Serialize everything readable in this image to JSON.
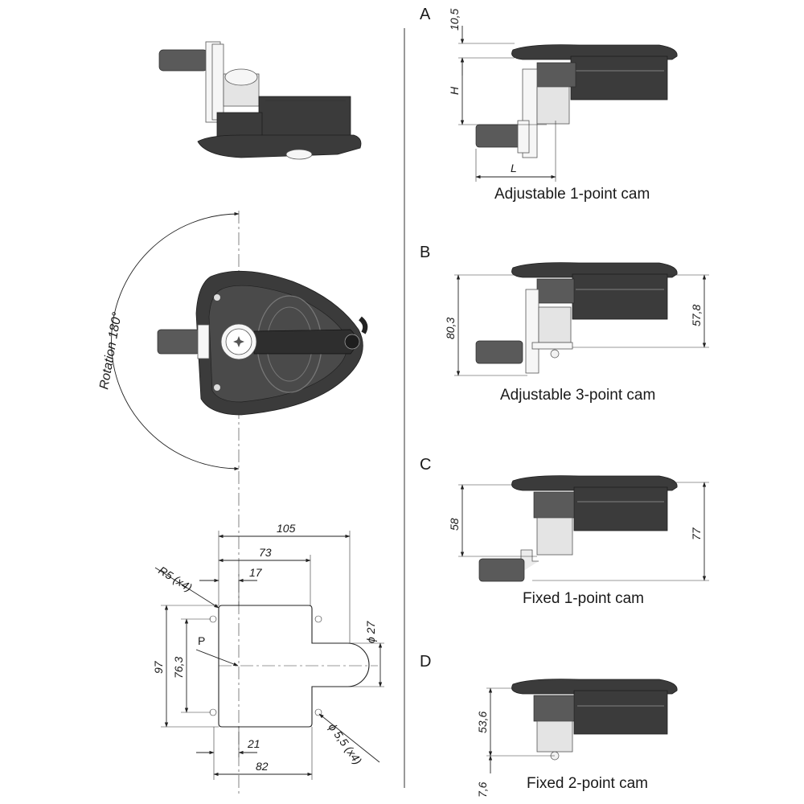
{
  "variants": [
    {
      "letter": "A",
      "caption": "Adjustable 1-point cam"
    },
    {
      "letter": "B",
      "caption": "Adjustable 3-point cam"
    },
    {
      "letter": "C",
      "caption": "Fixed 1-point cam"
    },
    {
      "letter": "D",
      "caption": "Fixed 2-point cam"
    }
  ],
  "rotation_label": "Rotation 180°",
  "cutout_dims": {
    "d105": "105",
    "d73": "73",
    "d17": "17",
    "r5": "R5 (x4)",
    "p": "P",
    "d97": "97",
    "d76_3": "76,3",
    "d27": "ϕ 27",
    "d21": "21",
    "d82": "82",
    "d5_5": "ϕ 5,5 (x4)"
  },
  "variant_dims": {
    "a_10_5": "10,5",
    "a_h": "H",
    "a_l": "L",
    "b_80_3": "80,3",
    "b_57_8": "57,8",
    "c_58": "58",
    "c_77": "77",
    "d_53_6": "53,6",
    "d_7_6": "7,6"
  }
}
